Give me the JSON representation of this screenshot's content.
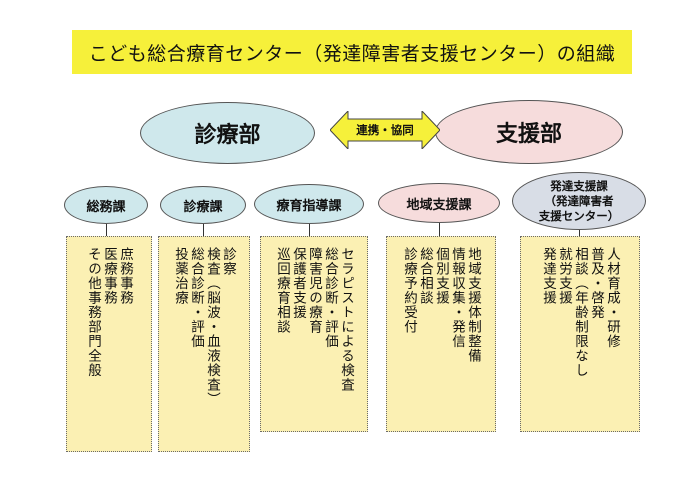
{
  "title": "こども総合療育センター（発達障害者支援センター）の組織",
  "departments": {
    "shinryo": "診療部",
    "shien": "支援部",
    "link": "連携・協同"
  },
  "sections": {
    "somu": "総務課",
    "shinryo": "診療課",
    "ryoiku": "療育指導課",
    "chiiki": "地域支援課",
    "hattatsu": [
      "発達支援課",
      "（発達障害者",
      "支援センター）"
    ]
  },
  "panels": {
    "somu": [
      "庶務事務",
      "医療事務",
      "その他事務部門全般"
    ],
    "shinryo": [
      "診察",
      "検査（脳波・血液検査）",
      "総合診断・評価",
      "投薬治療"
    ],
    "ryoiku": [
      "セラピストによる検査",
      "総合診断・評価",
      "障害児の療育",
      "保護者支援",
      "巡回療育相談"
    ],
    "chiiki": [
      "地域支援体制整備",
      "情報収集・発信",
      "個別支援",
      "総合相談",
      "診療予約受付"
    ],
    "hattatsu": [
      "人材育成・研修",
      "普及・啓発",
      "相談（年齢制限なし",
      "就労支援",
      "発達支援"
    ]
  },
  "colors": {
    "title_bg": "#f6f03a",
    "teal": "#cfe8ec",
    "pink": "#f6dcdc",
    "grey": "#d8dde6",
    "panel_bg": "#fbf0b3"
  }
}
